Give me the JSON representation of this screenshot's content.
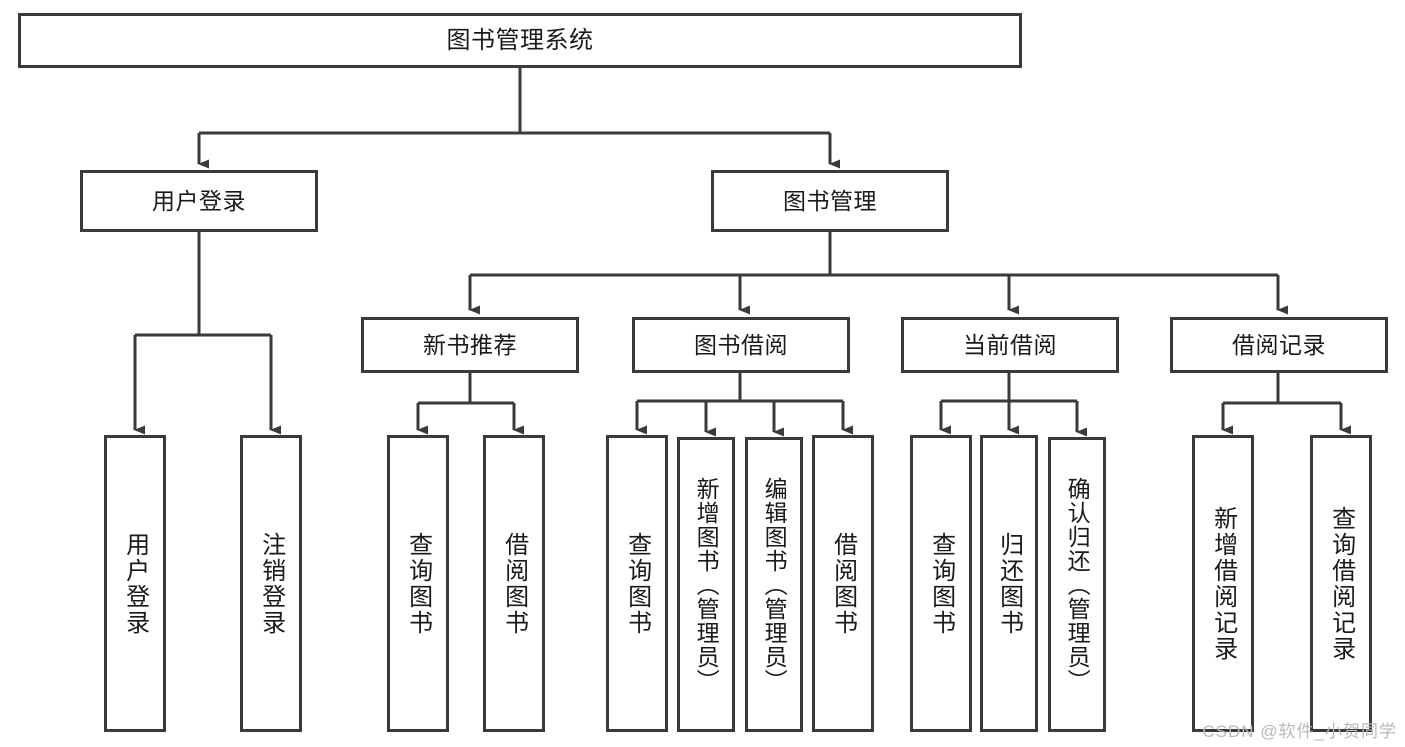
{
  "diagram": {
    "title": "图书管理系统",
    "watermark": "CSDN @软件_小贺同学",
    "line_color": "#3a3a3a",
    "background_color": "#ffffff",
    "text_color": "#1a1a1a",
    "levels": {
      "root": {
        "label": "图书管理系统"
      },
      "level2": [
        {
          "label": "用户登录"
        },
        {
          "label": "图书管理"
        }
      ],
      "level3": [
        {
          "label": "新书推荐"
        },
        {
          "label": "图书借阅"
        },
        {
          "label": "当前借阅"
        },
        {
          "label": "借阅记录"
        }
      ],
      "leaves": [
        {
          "label": "用户登录",
          "parent": "用户登录"
        },
        {
          "label": "注销登录",
          "parent": "用户登录"
        },
        {
          "label": "查询图书",
          "parent": "新书推荐"
        },
        {
          "label": "借阅图书",
          "parent": "新书推荐"
        },
        {
          "label": "查询图书",
          "parent": "图书借阅"
        },
        {
          "label": "新增图书（管理员）",
          "parent": "图书借阅"
        },
        {
          "label": "编辑图书（管理员）",
          "parent": "图书借阅"
        },
        {
          "label": "借阅图书",
          "parent": "图书借阅"
        },
        {
          "label": "查询图书",
          "parent": "当前借阅"
        },
        {
          "label": "归还图书",
          "parent": "当前借阅"
        },
        {
          "label": "确认归还（管理员）",
          "parent": "当前借阅"
        },
        {
          "label": "新增借阅记录",
          "parent": "借阅记录"
        },
        {
          "label": "查询借阅记录",
          "parent": "借阅记录"
        }
      ]
    }
  }
}
